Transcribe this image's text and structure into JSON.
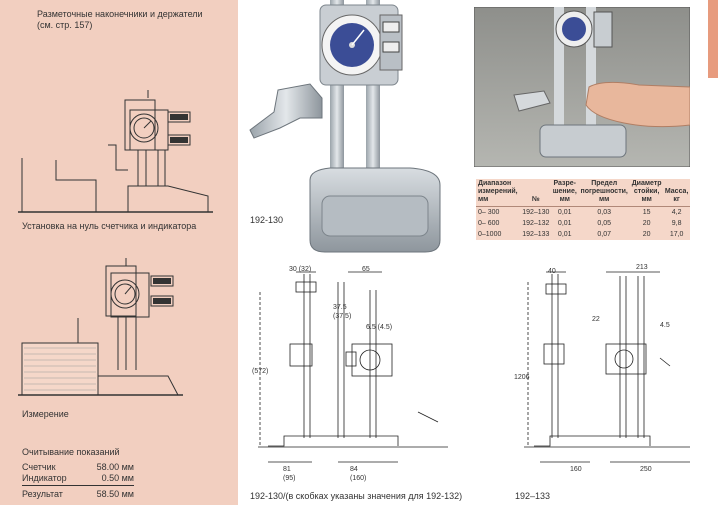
{
  "left": {
    "heading_line1": "Разметочные наконечники и держатели",
    "heading_line2": "(см. стр. 157)",
    "caption_zero": "Установка на нуль счетчика и индикатора",
    "caption_measure": "Измерение",
    "reading_title": "Очитывание показаний",
    "readings": [
      {
        "label": "Счетчик",
        "value": "58.00 мм"
      },
      {
        "label": "Индикатор",
        "value": "0.50 мм"
      },
      {
        "label": "Результат",
        "value": "58.50 мм"
      }
    ]
  },
  "product": {
    "model_label": "192-130"
  },
  "spec_table": {
    "headers": [
      [
        "Диапазон",
        "измерений,",
        "мм"
      ],
      [
        "№"
      ],
      [
        "Разре-",
        "шение,",
        "мм"
      ],
      [
        "Предел",
        "погрешности,",
        "мм"
      ],
      [
        "Диаметр",
        "стойки,",
        "мм"
      ],
      [
        "Масса,",
        "кг"
      ]
    ],
    "rows": [
      [
        "0– 300",
        "192–130",
        "0,01",
        "0,03",
        "15",
        "4,2"
      ],
      [
        "0– 600",
        "192–132",
        "0,01",
        "0,05",
        "20",
        "9,8"
      ],
      [
        "0–1000",
        "192–133",
        "0,01",
        "0,07",
        "20",
        "17,0"
      ]
    ]
  },
  "drawings": {
    "caption_left": "192-130/(в скобках указаны значения для 192-132)",
    "caption_right": "192–133",
    "dims_left": {
      "top_a": "30 (32)",
      "top_b": "65",
      "mid_a": "37.5",
      "mid_b": "(37.5)",
      "height": "(572)",
      "depth": "6.5 (4.5)",
      "bottom_a": "81",
      "bottom_b": "(95)",
      "bottom_c": "84",
      "bottom_d": "(160)"
    },
    "dims_right": {
      "top_a": "40",
      "top_b": "213",
      "mid": "22",
      "depth": "4.5",
      "height": "1206",
      "bottom_a": "160",
      "bottom_b": "250"
    }
  }
}
